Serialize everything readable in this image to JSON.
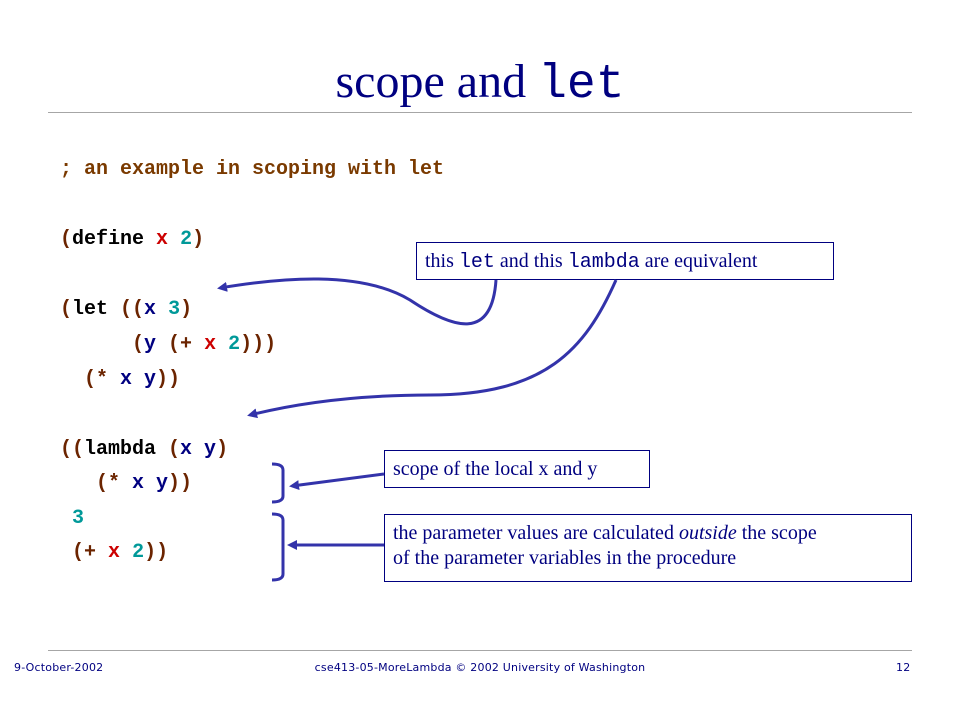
{
  "slide": {
    "title_text": "scope and ",
    "title_code": "let",
    "code": {
      "comment": "; an example in scoping with let",
      "define": {
        "open": "(",
        "kw": "define",
        "var": "x",
        "num": "2",
        "close": ")"
      },
      "let1": {
        "open": "(",
        "kw": "let",
        "bind_open": " ((",
        "var": "x",
        "num": "3",
        "close": ")"
      },
      "let2": {
        "indent": "      ",
        "open": "(",
        "var": "y",
        "expr_open": " (+ ",
        "var2": "x",
        "num": "2",
        "close": ")))"
      },
      "let3": {
        "indent": "  ",
        "open": "(* ",
        "vars": "x y",
        "close": "))"
      },
      "lam1": {
        "open": "((",
        "kw": "lambda",
        "params_open": " (",
        "params": "x y",
        "close": ")"
      },
      "lam2": {
        "indent": "   ",
        "open": "(* ",
        "vars": "x y",
        "close": "))"
      },
      "lam3": {
        "indent": " ",
        "num": "3"
      },
      "lam4": {
        "indent": " ",
        "open": "(+ ",
        "var": "x",
        "num": "2",
        "close": "))"
      }
    },
    "notes": {
      "equiv": {
        "pre": "this ",
        "code1": "let",
        "mid": " and this ",
        "code2": "lambda",
        "post": " are equivalent"
      },
      "scope": "scope of the local x and y",
      "params": {
        "line1_pre": "the parameter values are calculated ",
        "line1_em": "outside",
        "line1_post": " the scope",
        "line2": "of  the parameter variables in the procedure"
      }
    },
    "footer": {
      "date": "9-October-2002",
      "center": "cse413-05-MoreLambda © 2002 University of Washington",
      "page": "12"
    },
    "colors": {
      "accent": "#000080",
      "arrow": "#3333aa",
      "number": "#009999",
      "variable": "#cc0000"
    }
  }
}
